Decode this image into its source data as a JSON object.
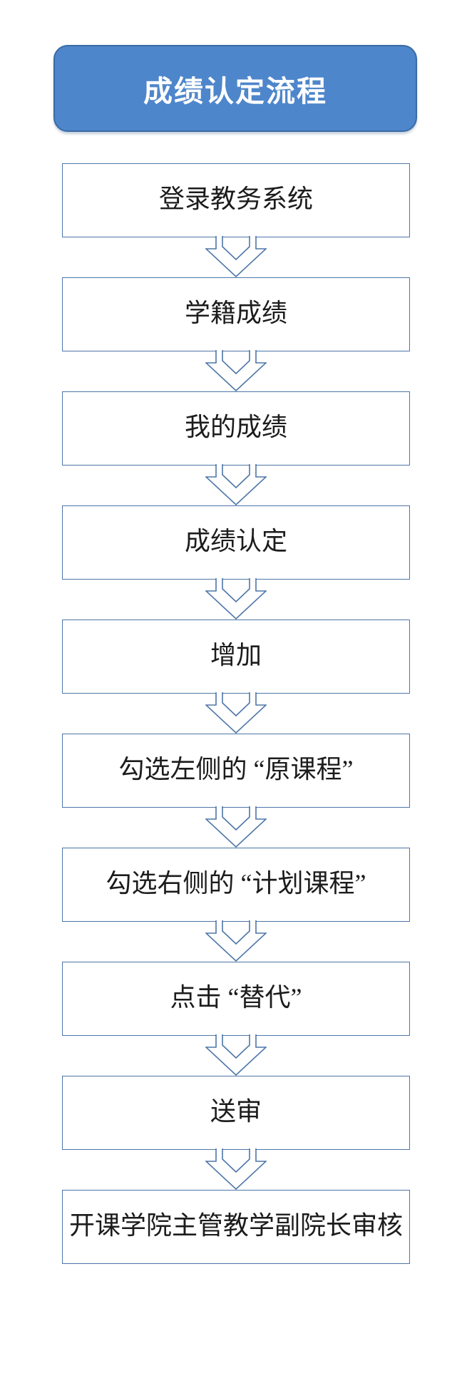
{
  "title": {
    "label": "成绩认定流程"
  },
  "flow": {
    "steps": [
      {
        "label": "登录教务系统"
      },
      {
        "label": "学籍成绩"
      },
      {
        "label": "我的成绩"
      },
      {
        "label": "成绩认定"
      },
      {
        "label": "增加"
      },
      {
        "label": "勾选左侧的 “原课程”"
      },
      {
        "label": "勾选右侧的 “计划课程”"
      },
      {
        "label": "点击 “替代”"
      },
      {
        "label": "送审"
      },
      {
        "label": "开课学院主管教学副院长审核"
      }
    ]
  },
  "icons": {
    "connector": "chevron-down-arrow"
  },
  "colors": {
    "header_fill": "#4e86cb",
    "header_border": "#3a6ba5",
    "header_text": "#ffffff",
    "box_border": "#4d76a8",
    "arrow_stroke": "#4d76a8",
    "text": "#1c1c1c",
    "page_bg": "#ffffff"
  }
}
